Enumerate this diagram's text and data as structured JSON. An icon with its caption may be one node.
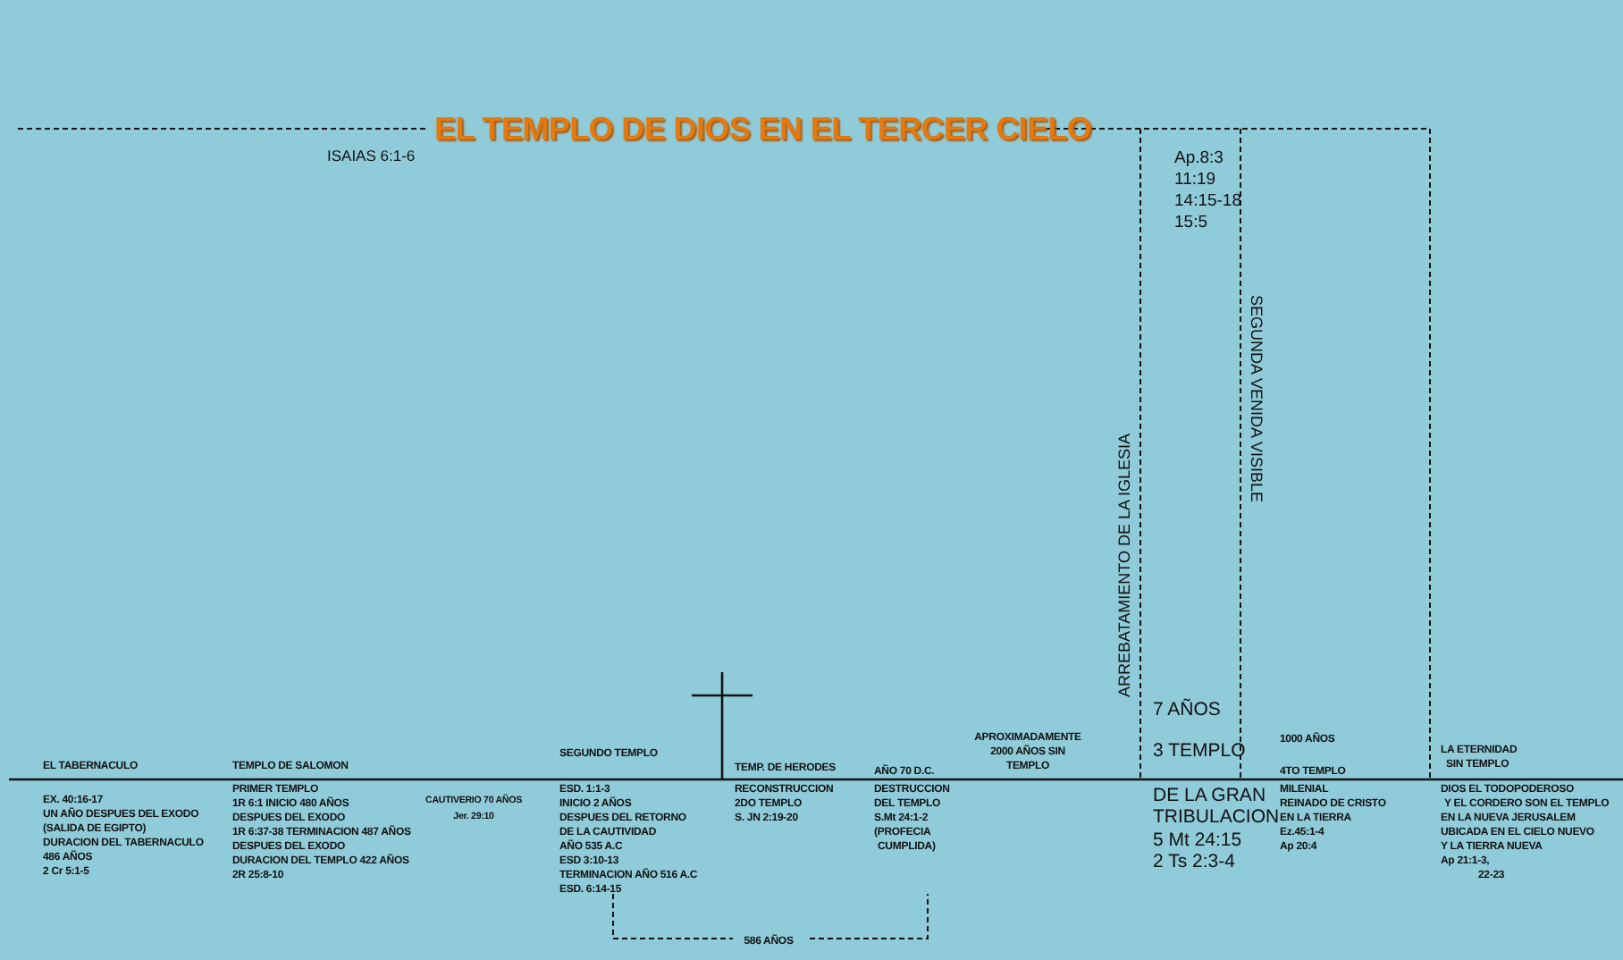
{
  "diagram": {
    "title": "EL TEMPLO DE DIOS EN EL TERCER CIELO",
    "labels": [
      "ISAIAS 6:1-6",
      "Ap.8:3",
      "11:19",
      "14:15-18",
      "15:5",
      "SEGUNDA VENIDA VISIBLE",
      "ARREBATAMIENTO DE LA IGLESIA",
      "7 AÑOS",
      "APROXIMADAMENTE",
      "2000 AÑOS SIN",
      "TEMPLO",
      "1000 AÑOS",
      "3 TEMPLO",
      "EL TABERNACULO",
      "TEMPLO DE SALOMON",
      "SEGUNDO TEMPLO",
      "TEMP. DE HERODES",
      "AÑO 70 D.C.",
      "4TO TEMPLO",
      "LA ETERNIDAD",
      "SIN TEMPLO",
      "PRIMER TEMPLO",
      "1R 6:1 INICIO 480 AÑOS",
      "DESPUES DEL EXODO",
      "1R 6:37-38 TERMINACION 487 AÑOS",
      "DESPUES DEL EXODO",
      "DURACION DEL TEMPLO  422 AÑOS",
      "2R 25:8-10",
      "ESD. 1:1-3",
      "INICIO 2 AÑOS",
      "DESPUES DEL RETORNO",
      "DE LA CAUTIVIDAD",
      "AÑO 535 A.C",
      "ESD 3:10-13",
      "TERMINACION AÑO 516 A.C",
      "ESD. 6:14-15",
      "RECONSTRUCCION",
      "2DO TEMPLO",
      "S. JN 2:19-20",
      "DESTRUCCION",
      "DEL TEMPLO",
      "S.Mt 24:1-2",
      "(PROFECIA",
      "CUMPLIDA)",
      "DE LA GRAN",
      "TRIBULACION",
      "5 Mt 24:15",
      "2 Ts 2:3-4",
      "MILENIAL",
      "REINADO DE CRISTO",
      "EN LA TIERRA",
      "Ez.45:1-4",
      "Ap 20:4",
      "DIOS EL TODOPODEROSO",
      "Y EL CORDERO SON EL TEMPLO",
      "EN LA NUEVA JERUSALEM",
      "UBICADA EN EL CIELO NUEVO",
      "Y LA TIERRA NUEVA",
      "Ap 21:1-3,",
      "22-23",
      "EX. 40:16-17",
      "UN AÑO DESPUES DEL EXODO",
      "(SALIDA DE EGIPTO)",
      "DURACION DEL TABERNACULO",
      "486 AÑOS",
      "2 Cr 5:1-5",
      "CAUTIVERIO 70 AÑOS",
      "Jer. 29:10",
      "586 AÑOS"
    ]
  }
}
